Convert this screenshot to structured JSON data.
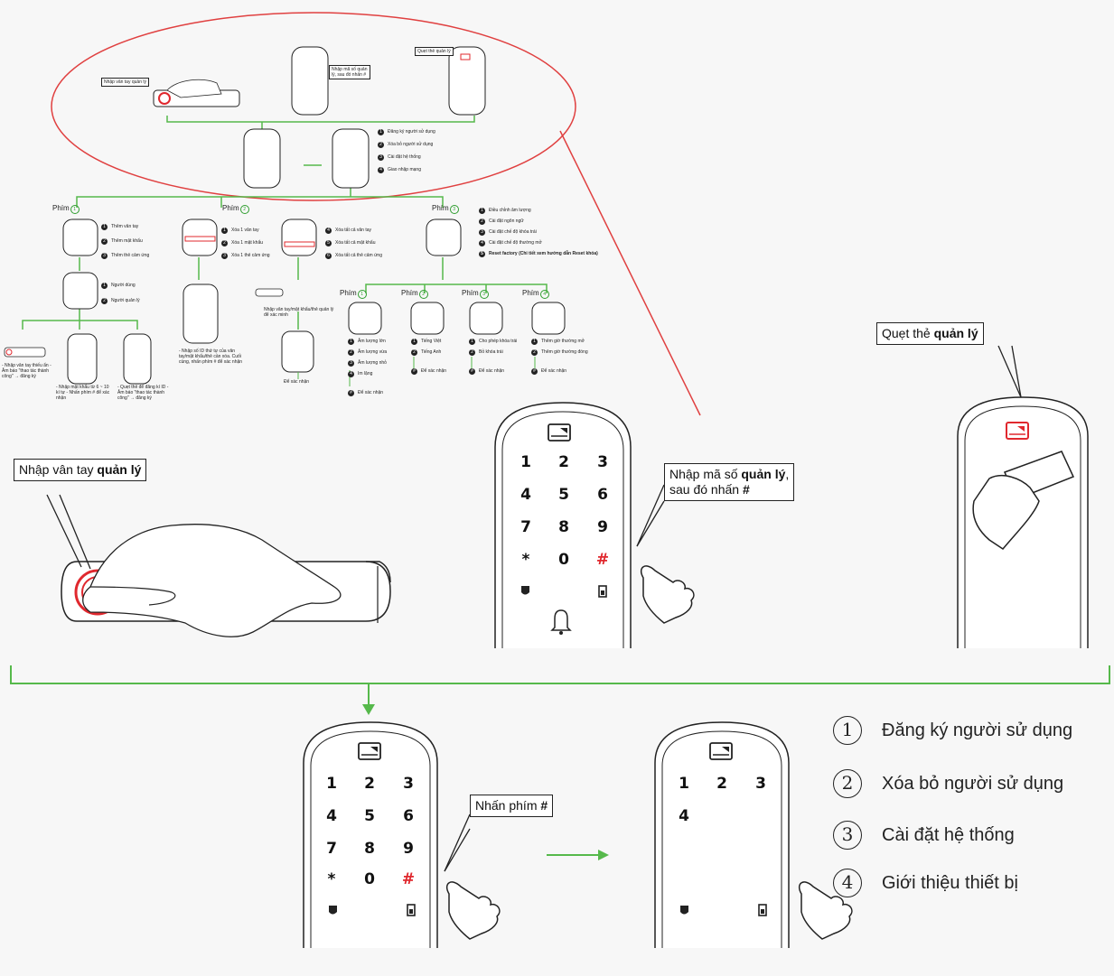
{
  "colors": {
    "accent_green": "#56b94b",
    "highlight_red": "#e0282e",
    "ellipse_red": "#e04040"
  },
  "overview": {
    "finger_label": "Nhập vân tay quản lý",
    "code_label": "Nhập mã số quản lý, sau đó nhấn #",
    "card_label": "Quẹt thẻ quản lý",
    "menu_items": [
      "Đăng ký người sử dụng",
      "Xóa bỏ người sử dụng",
      "Cài đặt hệ thống",
      "Giao nhập mạng"
    ],
    "branch_1": {
      "phim_label": "Phím",
      "items": [
        "Thêm vân tay",
        "Thêm mật khẩu",
        "Thêm thẻ cảm ứng"
      ],
      "sub_items": [
        "Người dùng",
        "Người quản lý"
      ],
      "notes": [
        "- Nhập vân tay thiếu ẩn - Âm báo \"thao tác thành công\" → đăng ký",
        "- Nhập mật khẩu từ 6 ~ 10 kí tự - Nhấn phím # để xác nhận",
        "- Quẹt thẻ để đăng kí ID - Âm báo \"thao tác thành công\" → đăng ký"
      ]
    },
    "branch_2": {
      "phim_label": "Phím",
      "items_a": [
        "Xóa 1 vân tay",
        "Xóa 1 mật khẩu",
        "Xóa 1 thẻ cảm ứng"
      ],
      "items_b": [
        "Xóa tất cả vân tay",
        "Xóa tất cả mật khẩu",
        "Xóa tất cả thẻ cảm ứng"
      ],
      "notes": [
        "- Nhập số ID thứ tự của vân tay/mật khẩu/thẻ cần xóa. Cuối cùng, nhấn phím # để xác nhận",
        "Nhập vân tay/mật khẩu/thẻ quản lý để xác minh",
        "Để xác nhận"
      ]
    },
    "branch_3": {
      "phim_label": "Phím",
      "items": [
        "Điều chỉnh âm lượng",
        "Cài đặt ngôn ngữ",
        "Cài đặt chế độ khóa trái",
        "Cài đặt chế độ thường mở",
        "Reset factory (Chi tiết xem hướng dẫn Reset khóa)"
      ],
      "sub_phim": [
        "Phím",
        "Phím",
        "Phím",
        "Phím"
      ],
      "volume": [
        "Âm lượng lớn",
        "Âm lượng vừa",
        "Âm lượng nhỏ",
        "Im lặng",
        "Để xác nhận"
      ],
      "language": [
        "Tiếng Việt",
        "Tiếng Anh",
        "Để xác nhận"
      ],
      "lock": [
        "Cho phép khóa trái",
        "Bỏ khóa trái",
        "Để xác nhận"
      ],
      "open": [
        "Thêm giờ thường mở",
        "Thêm giờ thường đóng",
        "Để xác nhận"
      ]
    }
  },
  "finger_callout": {
    "prefix": "Nhập vân tay ",
    "bold": "quản lý"
  },
  "code_callout": {
    "line1_prefix": "Nhập mã số ",
    "line1_bold": "quản lý",
    "line1_suffix": ",",
    "line2_prefix": "sau đó nhấn ",
    "line2_bold": "#"
  },
  "card_callout": {
    "prefix": "Quẹt thẻ ",
    "bold": "quản lý"
  },
  "press_callout": {
    "prefix": "Nhấn phím ",
    "bold": "#"
  },
  "keypad": {
    "keys": [
      "1",
      "2",
      "3",
      "4",
      "5",
      "6",
      "7",
      "8",
      "9",
      "*",
      "0",
      "#"
    ]
  },
  "menu_keypad": {
    "keys": [
      "1",
      "2",
      "3",
      "4"
    ]
  },
  "menu": {
    "items": [
      {
        "num": "1",
        "label": "Đăng ký người sử dụng"
      },
      {
        "num": "2",
        "label": "Xóa bỏ người sử dụng"
      },
      {
        "num": "3",
        "label": "Cài đặt hệ thống"
      },
      {
        "num": "4",
        "label": "Giới thiệu thiết bị"
      }
    ]
  }
}
